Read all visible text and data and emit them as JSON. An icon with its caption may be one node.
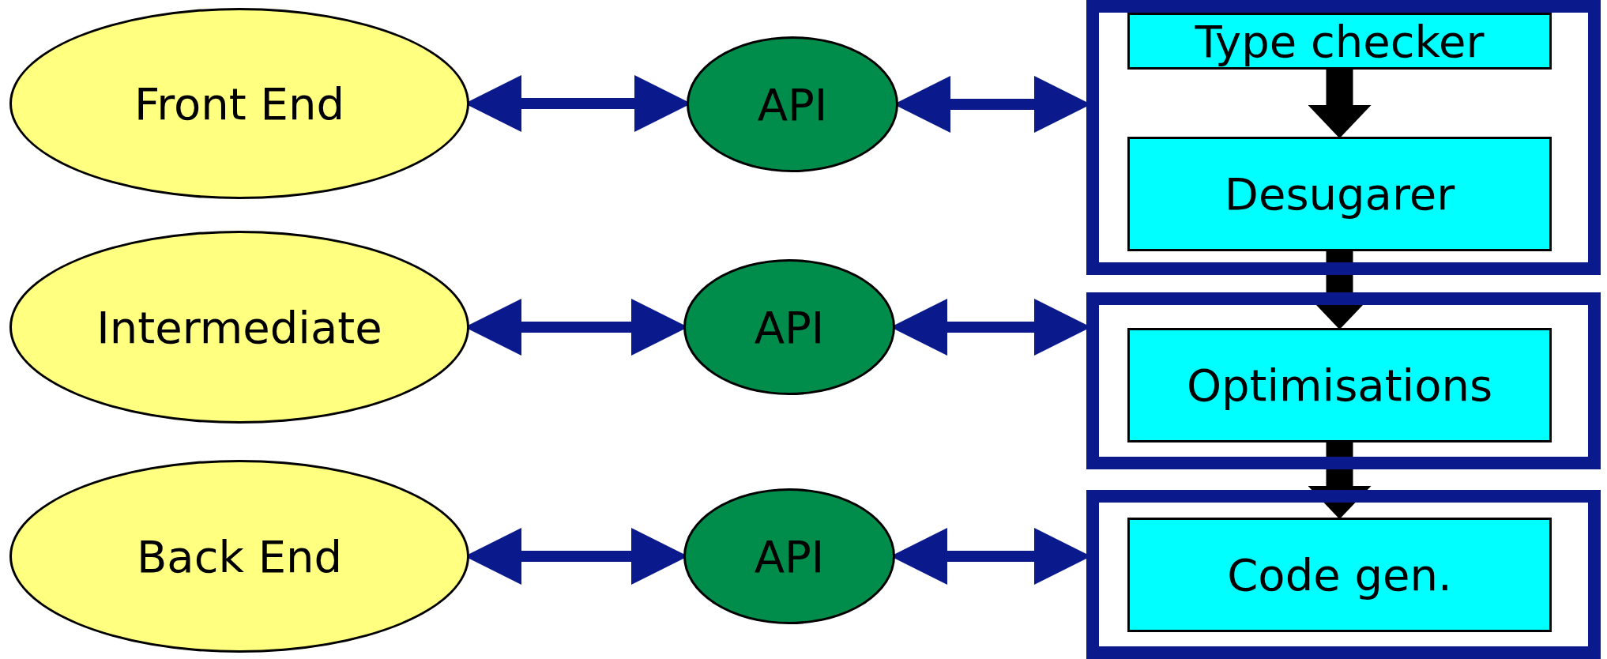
{
  "diagram": {
    "nodes": [
      {
        "text": [
          "Front End"
        ]
      },
      {
        "text": [
          "API"
        ]
      },
      {
        "text": [],
        "shape": "box"
      },
      {
        "text": [
          "Type checker"
        ],
        "in": 2
      },
      {
        "text": [
          "Desugarer"
        ],
        "in": 2
      },
      {
        "text": [
          "Intermediate"
        ]
      },
      {
        "text": [
          "API"
        ]
      },
      {
        "text": [],
        "shape": "box"
      },
      {
        "text": [
          "Optimisations"
        ],
        "in": 7
      },
      {
        "text": [
          "Back End"
        ]
      },
      {
        "text": [
          "API"
        ]
      },
      {
        "text": [],
        "shape": "box"
      },
      {
        "text": [
          "Code gen."
        ],
        "in": 11
      }
    ],
    "edges": [
      {
        "from": 0,
        "to": 1,
        "arrow": "both"
      },
      {
        "from": 1,
        "to": 2,
        "arrow": "both"
      },
      {
        "from": 5,
        "to": 6,
        "arrow": "both"
      },
      {
        "from": 6,
        "to": 7,
        "arrow": "both"
      },
      {
        "from": 9,
        "to": 10,
        "arrow": "both"
      },
      {
        "from": 10,
        "to": 11,
        "arrow": "both"
      },
      {
        "from": 3,
        "to": 4,
        "arrow": "to",
        "style": "thick",
        "color": "#000000"
      },
      {
        "from": 4,
        "to": 8,
        "arrow": "to",
        "style": "thick",
        "color": "#000000"
      },
      {
        "from": 8,
        "to": 12,
        "arrow": "to",
        "style": "thick",
        "color": "#000000"
      }
    ]
  }
}
